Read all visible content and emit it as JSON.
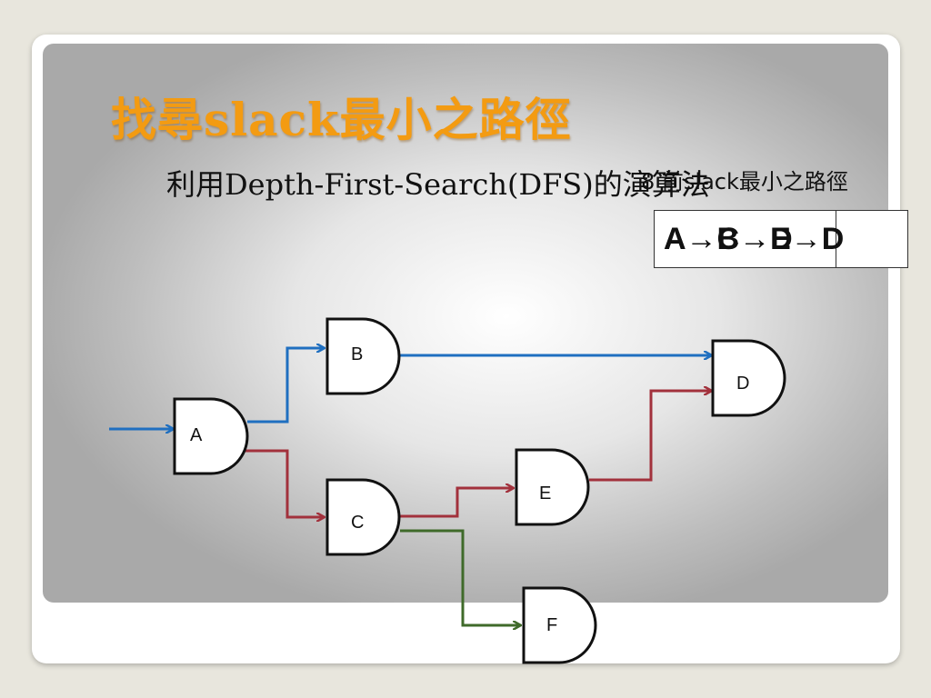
{
  "slide": {
    "title": "找尋slack最小之路徑",
    "subtitle": "利用Depth-First-Search(DFS)的演算法",
    "subtitle_overlap": "8 前slack最小之路徑"
  },
  "path_box": {
    "line1": "A→C→E→D",
    "line2": "A→B→D"
  },
  "diagram": {
    "gates": [
      {
        "id": "A",
        "label": "A"
      },
      {
        "id": "B",
        "label": "B"
      },
      {
        "id": "C",
        "label": "C"
      },
      {
        "id": "D",
        "label": "D"
      },
      {
        "id": "E",
        "label": "E"
      },
      {
        "id": "F",
        "label": "F"
      }
    ],
    "colors": {
      "blue": "#1f6fc0",
      "red": "#a2313c",
      "green": "#3f6a2a",
      "gate_stroke": "#111111"
    }
  }
}
